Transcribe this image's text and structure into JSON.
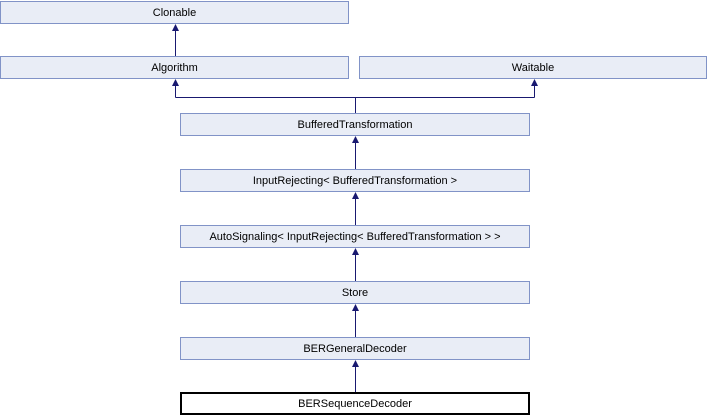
{
  "diagram": {
    "kind": "class-inheritance-graph",
    "current_class": "BERSequenceDecoder"
  },
  "nodes": [
    {
      "id": "clonable",
      "label": "Clonable",
      "current": false
    },
    {
      "id": "algorithm",
      "label": "Algorithm",
      "current": false
    },
    {
      "id": "waitable",
      "label": "Waitable",
      "current": false
    },
    {
      "id": "buffered-transformation",
      "label": "BufferedTransformation",
      "current": false
    },
    {
      "id": "input-rejecting",
      "label": "InputRejecting< BufferedTransformation >",
      "current": false
    },
    {
      "id": "auto-signaling",
      "label": "AutoSignaling< InputRejecting< BufferedTransformation > >",
      "current": false
    },
    {
      "id": "store",
      "label": "Store",
      "current": false
    },
    {
      "id": "ber-general-decoder",
      "label": "BERGeneralDecoder",
      "current": false
    },
    {
      "id": "ber-sequence-decoder",
      "label": "BERSequenceDecoder",
      "current": true
    }
  ],
  "edges": [
    {
      "from": "Algorithm",
      "to": "Clonable"
    },
    {
      "from": "BufferedTransformation",
      "to": "Algorithm"
    },
    {
      "from": "BufferedTransformation",
      "to": "Waitable"
    },
    {
      "from": "InputRejecting< BufferedTransformation >",
      "to": "BufferedTransformation"
    },
    {
      "from": "AutoSignaling< InputRejecting< BufferedTransformation > >",
      "to": "InputRejecting< BufferedTransformation >"
    },
    {
      "from": "Store",
      "to": "AutoSignaling< InputRejecting< BufferedTransformation > >"
    },
    {
      "from": "BERGeneralDecoder",
      "to": "Store"
    },
    {
      "from": "BERSequenceDecoder",
      "to": "BERGeneralDecoder"
    }
  ],
  "colors": {
    "background": "#FFFFFF",
    "node_fill": "#E9EDF6",
    "node_border": "#8193C7",
    "edge": "#191970",
    "current_node_fill": "#FFFFFF",
    "current_node_border": "#000000",
    "text": "#000000"
  }
}
